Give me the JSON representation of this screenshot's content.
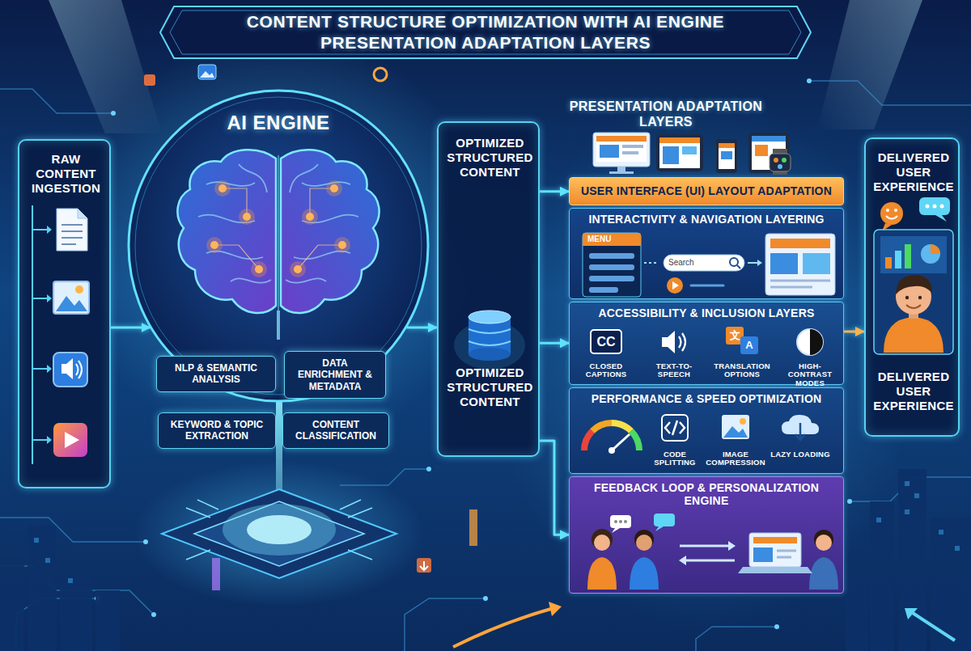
{
  "diagram": {
    "title": "CONTENT STRUCTURE OPTIMIZATION WITH AI ENGINE PRESENTATION ADAPTATION LAYERS",
    "nodes": [
      {
        "text": [
          "RAW CONTENT INGESTION"
        ]
      },
      {
        "text": [
          "AI ENGINE"
        ]
      },
      {
        "text": [
          "NLP & SEMANTIC ANALYSIS"
        ],
        "in": 1
      },
      {
        "text": [
          "DATA ENRICHMENT & METADATA"
        ],
        "in": 1
      },
      {
        "text": [
          "KEYWORD & TOPIC EXTRACTION"
        ],
        "in": 1
      },
      {
        "text": [
          "CONTENT CLASSIFICATION"
        ],
        "in": 1
      },
      {
        "text": [
          "OPTIMIZED STRUCTURED CONTENT",
          "OPTIMIZED STRUCTURED CONTENT"
        ]
      },
      {
        "text": [
          "PRESENTATION ADAPTATION LAYERS"
        ]
      },
      {
        "text": [
          "USER INTERFACE (UI) LAYOUT ADAPTATION"
        ],
        "in": 7
      },
      {
        "text": [
          "INTERACTIVITY & NAVIGATION LAYERING",
          "MENU",
          "Search"
        ],
        "in": 7
      },
      {
        "text": [
          "ACCESSIBILITY & INCLUSION LAYERS",
          "CC",
          "CLOSED CAPTIONS",
          "TEXT-TO-SPEECH",
          "文",
          "A",
          "TRANSLATION OPTIONS",
          "HIGH-CONTRAST MODES"
        ],
        "in": 7
      },
      {
        "text": [
          "PERFORMANCE & SPEED OPTIMIZATION",
          "CODE SPLITTING",
          "IMAGE COMPRESSION",
          "LAZY LOADING"
        ],
        "in": 7
      },
      {
        "text": [
          "FEEDBACK LOOP & PERSONALIZATION ENGINE"
        ],
        "in": 7
      },
      {
        "text": [
          "DELIVERED USER EXPERIENCE",
          "DELIVERED USER EXPERIENCE"
        ]
      }
    ],
    "edges": [
      {
        "from": 0,
        "to": 1,
        "arrow": "to"
      },
      {
        "from": 1,
        "to": 6,
        "arrow": "to"
      },
      {
        "from": 6,
        "to": 8,
        "arrow": "to"
      },
      {
        "from": 6,
        "to": 10,
        "arrow": "to"
      },
      {
        "from": 6,
        "to": 12,
        "arrow": "to"
      },
      {
        "from": 7,
        "to": 13,
        "arrow": "to"
      }
    ]
  }
}
